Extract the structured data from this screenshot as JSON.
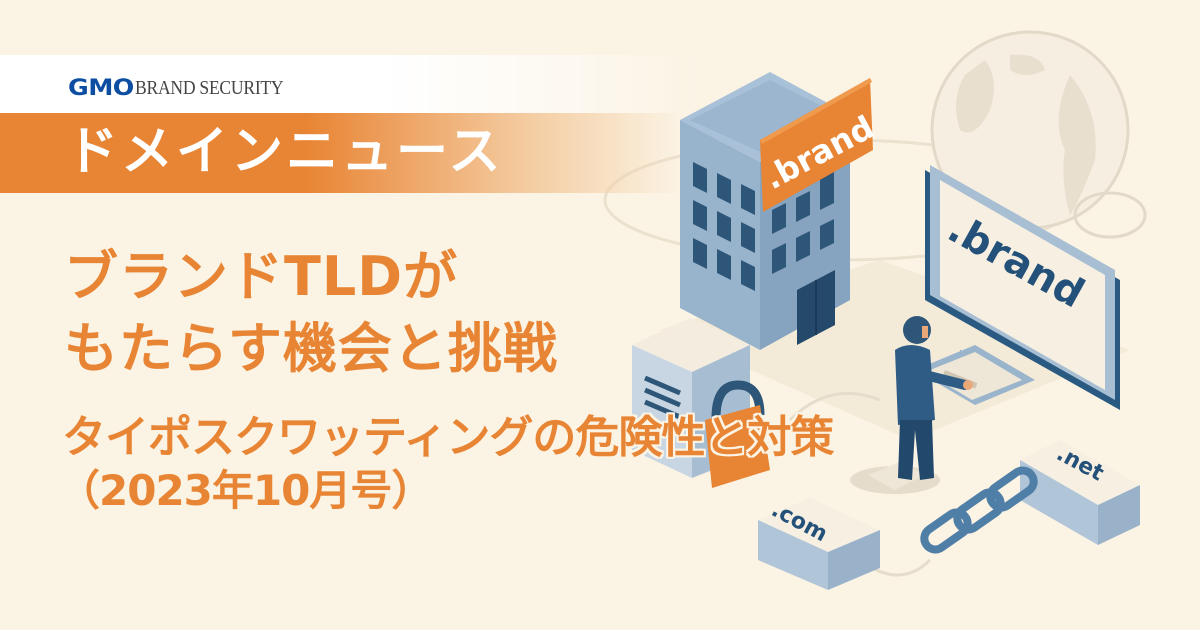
{
  "brand": {
    "logo_primary": "GMO",
    "logo_secondary": "BRAND SECURITY",
    "logo_color": "#0d4ea3"
  },
  "category": {
    "label": "ドメインニュース",
    "band_color": "#e88534"
  },
  "headlines": [
    "ブランドTLDが",
    "もたらす機会と挑戦",
    "タイポスクワッティングの危険性と対策",
    "（2023年10月号）"
  ],
  "illustration": {
    "building_sign": ".brand",
    "monitor_text": ".brand",
    "tiles": [
      ".com",
      ".net"
    ],
    "icons": [
      "office-building",
      "monitor",
      "globe",
      "person",
      "server",
      "padlock",
      "chain-link"
    ],
    "colors": {
      "background": "#fbf3e4",
      "accent_orange": "#e88534",
      "steel_blue": "#8fadc8",
      "navy": "#245179"
    }
  }
}
